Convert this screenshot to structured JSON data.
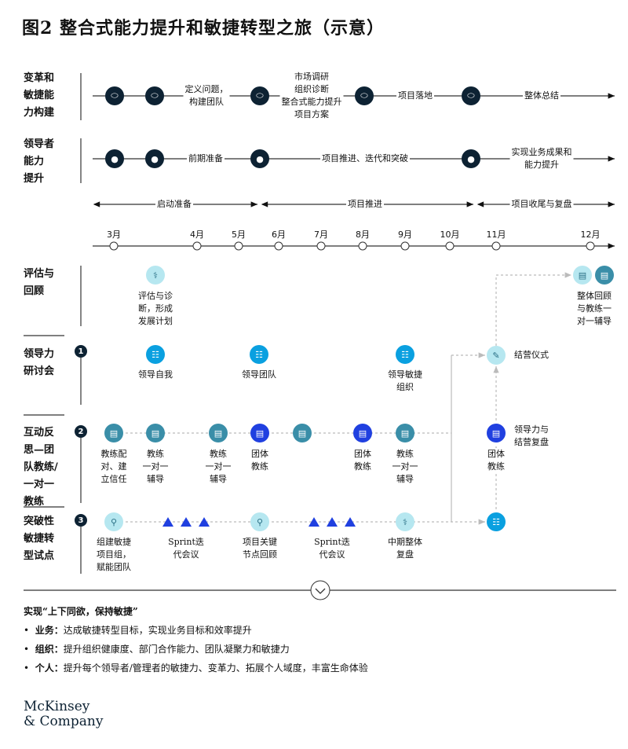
{
  "title": "图2 整合式能力提升和敏捷转型之旅（示意）",
  "rows": {
    "r1": {
      "label": [
        "变革和",
        "敏捷能",
        "力构建"
      ],
      "steps": [
        "定义问题，",
        "构建团队",
        "市场调研",
        "组织诊断",
        "整合式能力提升",
        "项目方案",
        "项目落地",
        "整体总结"
      ]
    },
    "r2": {
      "label": [
        "领导者",
        "能力",
        "提升"
      ],
      "steps": [
        "前期准备",
        "项目推进、迭代和突破",
        "实现业务成果和",
        "能力提升"
      ]
    }
  },
  "phases": [
    "启动准备",
    "项目推进",
    "项目收尾与复盘"
  ],
  "months": [
    "3月",
    "4月",
    "5月",
    "6月",
    "7月",
    "8月",
    "9月",
    "10月",
    "11月",
    "12月"
  ],
  "assess": {
    "label": [
      "评估与",
      "回顾"
    ],
    "items": [
      "评估与诊",
      "断，形成",
      "发展计划",
      "整体回顾",
      "与教练一",
      "对一辅导"
    ]
  },
  "workshop": {
    "num": "1",
    "label": [
      "领导力",
      "研讨会"
    ],
    "items": [
      "领导自我",
      "领导团队",
      "领导敏捷",
      "组织",
      "结营仪式"
    ]
  },
  "coaching": {
    "num": "2",
    "label": [
      "互动反",
      "思—团",
      "队教练/",
      "一对一",
      "教练"
    ],
    "items": [
      [
        "教练配",
        "对、建",
        "立信任"
      ],
      [
        "教练",
        "一对一",
        "辅导"
      ],
      [
        "教练",
        "一对一",
        "辅导"
      ],
      [
        "团体",
        "教练"
      ],
      [
        "团体",
        "教练"
      ],
      [
        "教练",
        "一对一",
        "辅导"
      ],
      [
        "团体",
        "教练"
      ],
      [
        "领导力与",
        "结营复盘"
      ]
    ]
  },
  "pilot": {
    "num": "3",
    "label": [
      "突破性",
      "敏捷转",
      "型试点"
    ],
    "items": [
      [
        "组建敏捷",
        "项目组，",
        "赋能团队"
      ],
      [
        "Sprint迭",
        "代会议"
      ],
      [
        "项目关键",
        "节点回顾"
      ],
      [
        "Sprint迭",
        "代会议"
      ],
      [
        "中期整体",
        "复盘"
      ]
    ]
  },
  "summary": {
    "heading": "实现“上下同欲，保持敏捷”",
    "bullets": [
      {
        "k": "业务：",
        "v": "达成敏捷转型目标，实现业务目标和效率提升"
      },
      {
        "k": "组织：",
        "v": "提升组织健康度、部门合作能力、团队凝聚力和敏捷力"
      },
      {
        "k": "个人：",
        "v": "提升每个领导者/管理者的敏捷力、变革力、拓展个人域度，丰富生命体验"
      }
    ]
  },
  "logo": [
    "McKinsey",
    "& Company"
  ],
  "colors": {
    "dark": "#0d2233",
    "cyan": "#0aa0e0",
    "light": "#b6e7f0",
    "teal": "#3a8ea8",
    "blue": "#2040e0"
  }
}
